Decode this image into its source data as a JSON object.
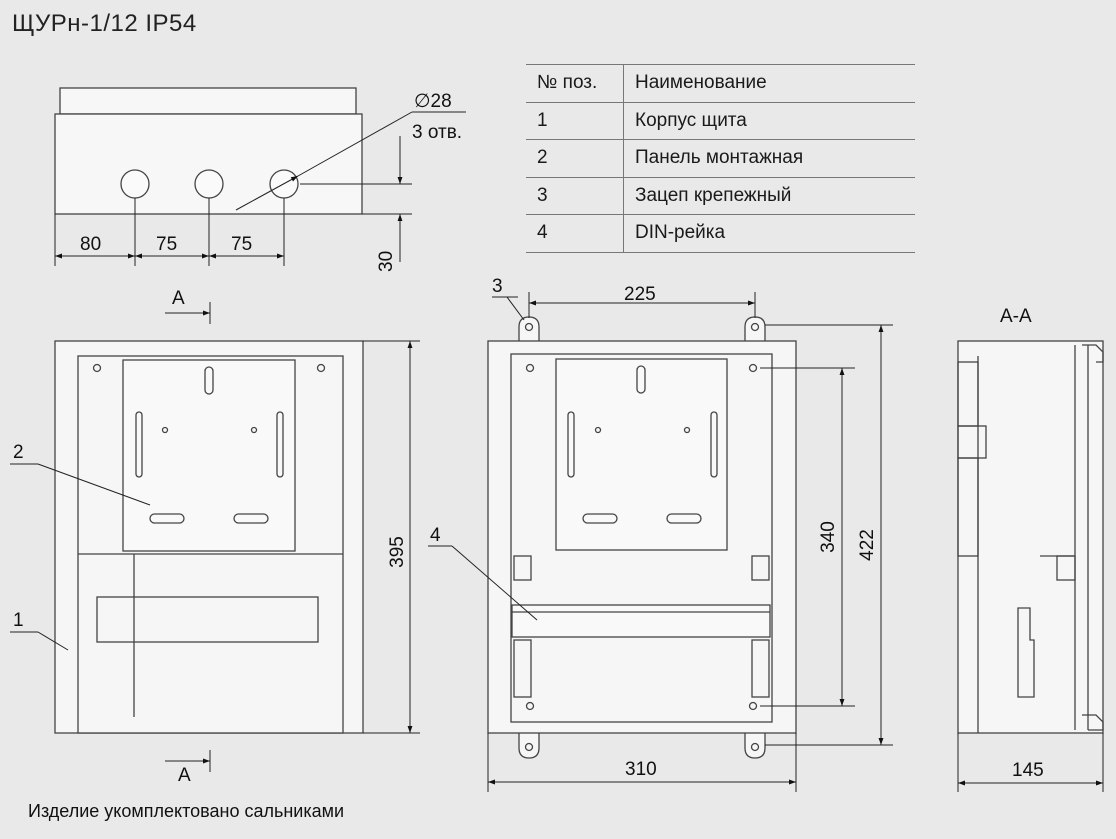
{
  "title": "ЩУРн-1/12 IP54",
  "footnote": "Изделие укомплектовано сальниками",
  "parts_table": {
    "header": {
      "num": "№ поз.",
      "name": "Наименование"
    },
    "rows": [
      {
        "num": "1",
        "name": "Корпус щита"
      },
      {
        "num": "2",
        "name": "Панель монтажная"
      },
      {
        "num": "3",
        "name": "Зацеп крепежный"
      },
      {
        "num": "4",
        "name": "DIN-рейка"
      }
    ]
  },
  "dimensions": {
    "hole_diameter": "∅28",
    "hole_count": "3 отв.",
    "top_80": "80",
    "top_75_a": "75",
    "top_75_b": "75",
    "top_30": "30",
    "front_395": "395",
    "back_225": "225",
    "back_340": "340",
    "back_422": "422",
    "back_310": "310",
    "side_145": "145"
  },
  "labels": {
    "section_top": "A",
    "section_bottom": "A",
    "section_view": "A-A",
    "pos_1": "1",
    "pos_2": "2",
    "pos_3": "3",
    "pos_4": "4"
  }
}
